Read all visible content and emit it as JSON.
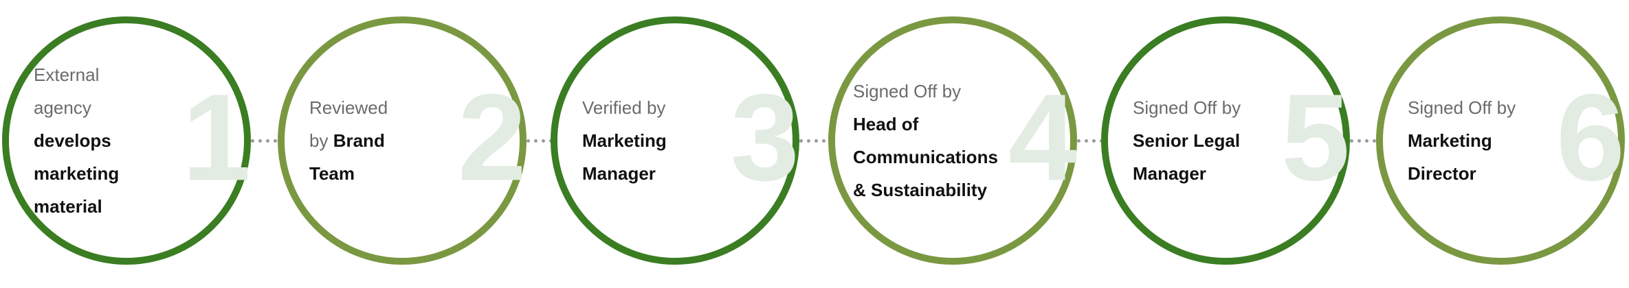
{
  "colors": {
    "dark_green": "#3a7d22",
    "olive_green": "#7a9841",
    "number": "#e3ece2",
    "connector": "#9a9a9a"
  },
  "steps": [
    {
      "number": "1",
      "light": [
        "External",
        "agency"
      ],
      "bold": [
        "develops",
        "marketing",
        "material"
      ]
    },
    {
      "number": "2",
      "light": [
        "Reviewed",
        "by"
      ],
      "bold": [
        "Brand",
        "Team"
      ]
    },
    {
      "number": "3",
      "light": [
        "Verified by"
      ],
      "bold": [
        "Marketing",
        "Manager"
      ]
    },
    {
      "number": "4",
      "light": [
        "Signed Off by"
      ],
      "bold": [
        "Head of",
        "Communications",
        "& Sustainability"
      ]
    },
    {
      "number": "5",
      "light": [
        "Signed Off by"
      ],
      "bold": [
        "Senior Legal",
        "Manager"
      ]
    },
    {
      "number": "6",
      "light": [
        "Signed Off by"
      ],
      "bold": [
        "Marketing",
        "Director"
      ]
    }
  ]
}
